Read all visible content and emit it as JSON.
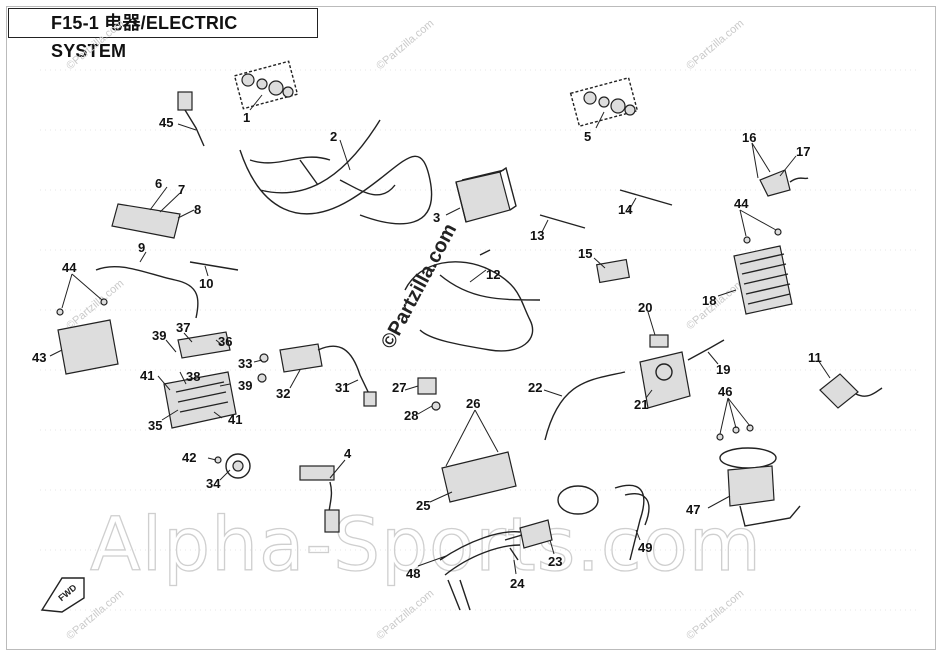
{
  "title": "F15-1  电器/ELECTRIC SYSTEM",
  "watermark_main": "Alpha-Sports.com",
  "watermark_small": "©Partzilla.com",
  "direction_badge": "FWD",
  "callouts": [
    "1",
    "2",
    "3",
    "4",
    "5",
    "6",
    "7",
    "8",
    "9",
    "10",
    "11",
    "12",
    "13",
    "14",
    "15",
    "16",
    "17",
    "18",
    "19",
    "20",
    "21",
    "22",
    "23",
    "24",
    "25",
    "26",
    "27",
    "28",
    "31",
    "32",
    "33",
    "34",
    "35",
    "36",
    "37",
    "38",
    "39",
    "41",
    "42",
    "43",
    "44",
    "45",
    "46",
    "47",
    "48",
    "49"
  ]
}
